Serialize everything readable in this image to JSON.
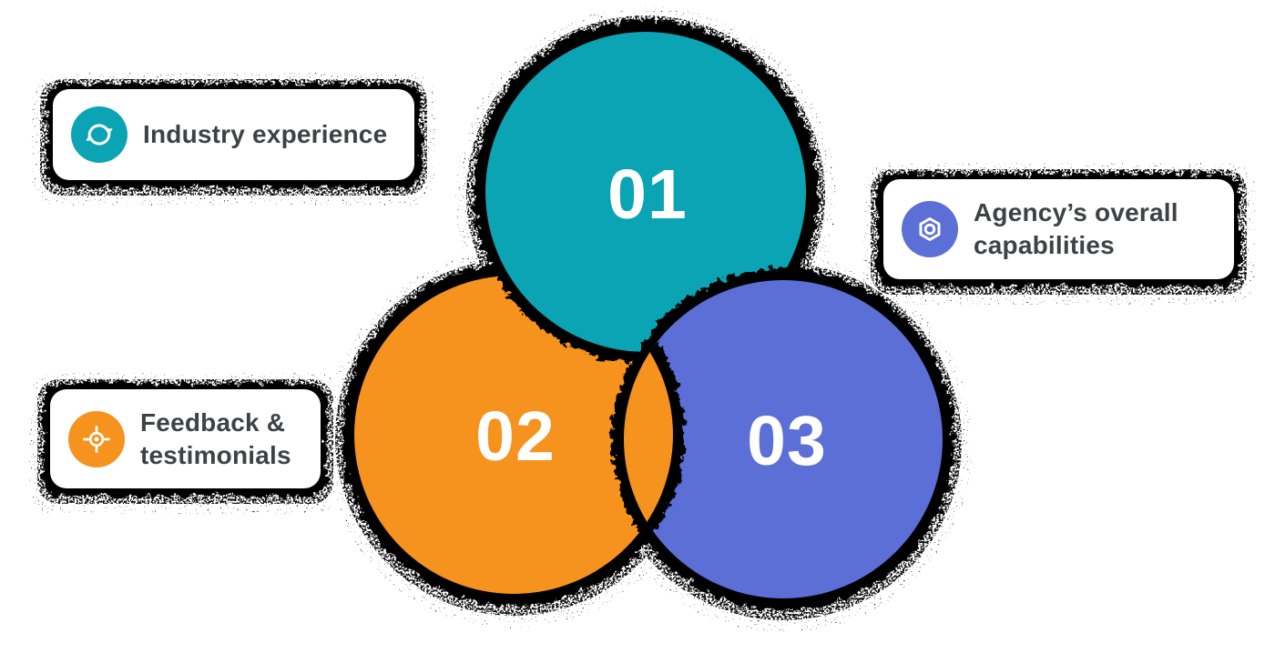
{
  "diagram": {
    "steps": [
      {
        "number": "01",
        "color": "#0AA4B4",
        "label": "Industry experience"
      },
      {
        "number": "02",
        "color": "#F6921E",
        "label": "Feedback & testimonials"
      },
      {
        "number": "03",
        "color": "#5B6FD6",
        "label": "Agency’s overall capabilities"
      }
    ]
  },
  "cards": [
    {
      "icon": "sync-icon",
      "icon_color": "#0AA4B4",
      "lines": [
        "Industry experience"
      ]
    },
    {
      "icon": "hexagon-nut-icon",
      "icon_color": "#5B6FD6",
      "lines": [
        "Agency’s overall",
        "capabilities"
      ]
    },
    {
      "icon": "target-icon",
      "icon_color": "#F6921E",
      "lines": [
        "Feedback &",
        "testimonials"
      ]
    }
  ],
  "colors": {
    "teal": "#0AA4B4",
    "orange": "#F6921E",
    "purple": "#5B6FD6",
    "number_text": "#ffffff",
    "card_background": "#ffffff",
    "card_text": "#3F4142",
    "shadow": "#060606",
    "page_background": "#ffffff"
  }
}
